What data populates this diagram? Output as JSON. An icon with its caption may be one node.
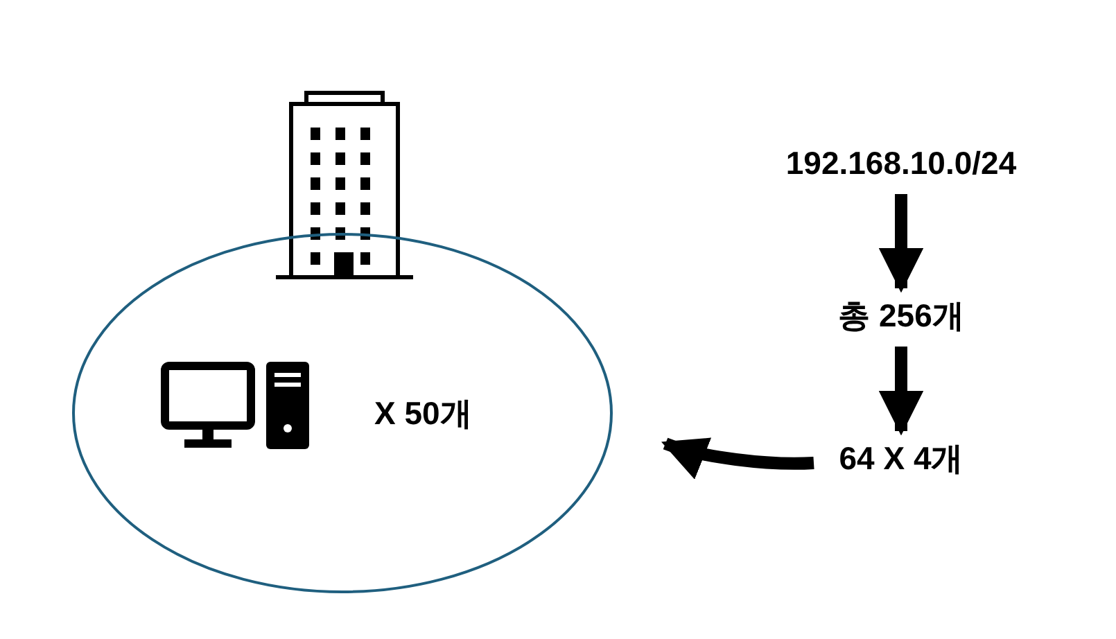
{
  "diagram": {
    "nodes": [
      {
        "text": [
          "X 50개"
        ]
      },
      {
        "text": [
          "192.168.10.0/24"
        ]
      },
      {
        "text": [
          "총 256개"
        ]
      },
      {
        "text": [
          "64 X 4개"
        ]
      }
    ],
    "edges": [
      {
        "from": 1,
        "to": 2,
        "arrow": "to"
      },
      {
        "from": 2,
        "to": 3,
        "arrow": "to"
      },
      {
        "from": 3,
        "to": 0,
        "arrow": "to"
      }
    ]
  }
}
